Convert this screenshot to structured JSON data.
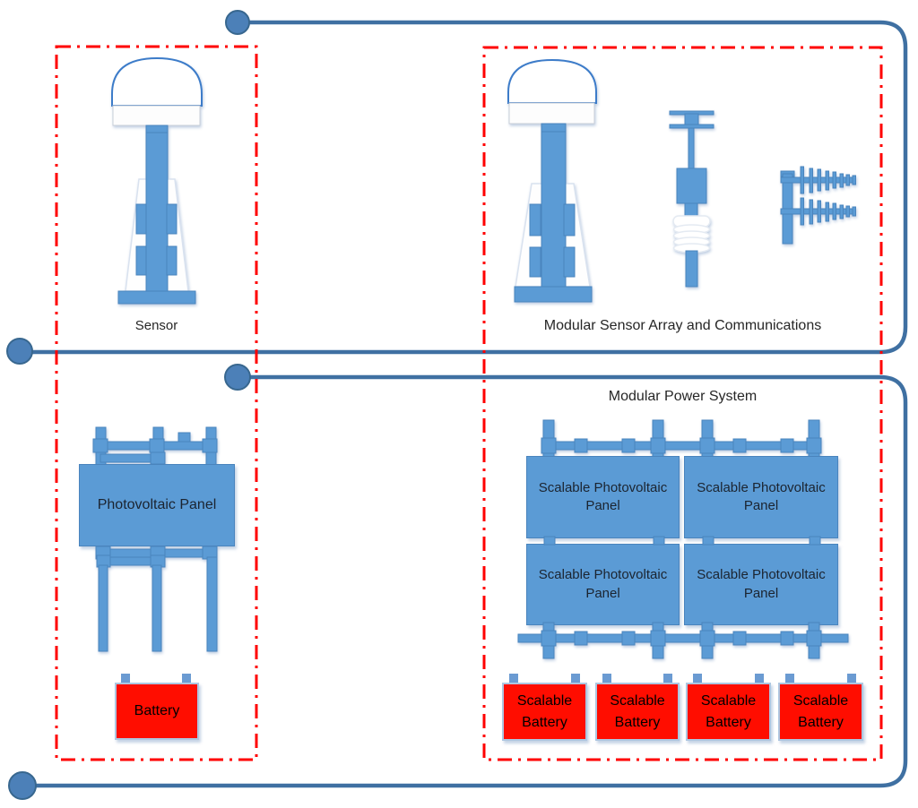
{
  "palette": {
    "shape_blue": "#5B9BD5",
    "shape_stroke": "#4A84BD",
    "line_blue": "#3F70A2",
    "node_fill": "#4C80B8",
    "dash_red": "#FF0000",
    "battery_red": "#FF0D00",
    "terminal_blue": "#6B9BD2",
    "text_dark": "#1B2430"
  },
  "left_module": {
    "sensor_label": "Sensor",
    "sensor_icon": "sensor-tower-icon",
    "panel_label": "Photovoltaic Panel",
    "battery_label": "Battery"
  },
  "right_module": {
    "array_label": "Modular Sensor Array and Communications",
    "power_label": "Modular Power System",
    "icons": [
      "sensor-tower-icon",
      "whip-antenna-icon",
      "yagi-antenna-icon"
    ],
    "panels": [
      {
        "label": "Scalable Photovoltaic Panel"
      },
      {
        "label": "Scalable Photovoltaic Panel"
      },
      {
        "label": "Scalable Photovoltaic Panel"
      },
      {
        "label": "Scalable Photovoltaic Panel"
      }
    ],
    "batteries": [
      {
        "label": "Scalable Battery"
      },
      {
        "label": "Scalable Battery"
      },
      {
        "label": "Scalable Battery"
      },
      {
        "label": "Scalable Battery"
      }
    ]
  }
}
